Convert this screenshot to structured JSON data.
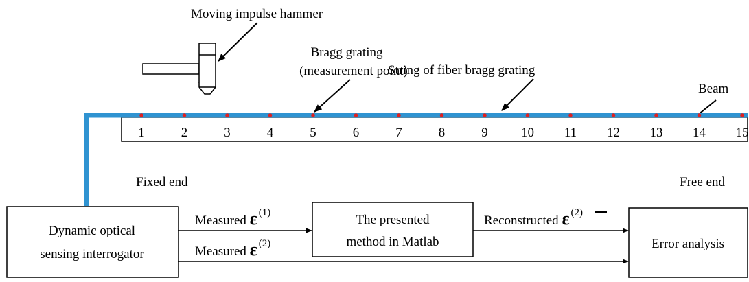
{
  "labels": {
    "hammer": "Moving impulse hammer",
    "bragg_line1": "Bragg grating",
    "bragg_line2": "(measurement point)",
    "string": "String of fiber bragg grating",
    "beam": "Beam",
    "fixed_end": "Fixed end",
    "free_end": "Free end"
  },
  "points": [
    "1",
    "2",
    "3",
    "4",
    "5",
    "6",
    "7",
    "8",
    "9",
    "10",
    "11",
    "12",
    "13",
    "14",
    "15"
  ],
  "boxes": {
    "interrogator_line1": "Dynamic optical",
    "interrogator_line2": "sensing interrogator",
    "method_line1": "The presented",
    "method_line2": "method in Matlab",
    "error": "Error analysis"
  },
  "arrows": {
    "measured1_text": "Measured ",
    "measured1_symbol": "ε",
    "measured1_sup": "(1)",
    "measured2_text": "Measured ",
    "measured2_symbol": "ε",
    "measured2_sup": "(2)",
    "reconstructed_text": "Reconstructed ",
    "reconstructed_symbol": "ε",
    "reconstructed_sup": "(2)"
  },
  "colors": {
    "fiber": "#2f93d1",
    "grating_dot": "#e02020",
    "line": "#000000"
  }
}
